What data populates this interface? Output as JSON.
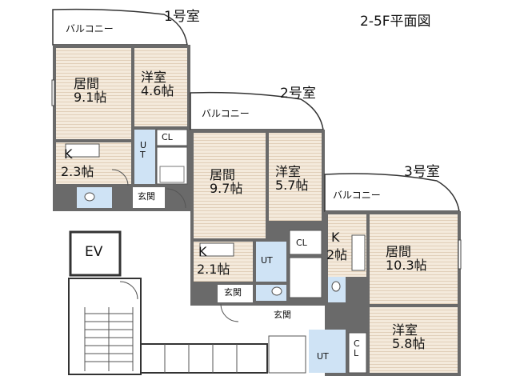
{
  "plan_title": "2-5F平面図",
  "units": [
    {
      "name": "1号室",
      "balcony": "バルコニー",
      "rooms": {
        "living": "居間\n9.1帖",
        "western": "洋室\n4.6帖",
        "kitchen": "2.3帖",
        "kitchen_letter": "K",
        "closet": "CL",
        "utility": "U\nT",
        "entrance": "玄関"
      }
    },
    {
      "name": "2号室",
      "balcony": "バルコニー",
      "rooms": {
        "living": "居間\n9.7帖",
        "western": "洋室\n5.7帖",
        "kitchen": "2.1帖",
        "kitchen_letter": "K",
        "closet": "CL",
        "utility": "UT",
        "entrance": "玄関"
      }
    },
    {
      "name": "3号室",
      "balcony": "バルコニー",
      "rooms": {
        "living": "居間\n10.3帖",
        "western": "洋室\n5.8帖",
        "kitchen": "2帖",
        "kitchen_letter": "K",
        "closet": "C\nL",
        "utility": "UT",
        "entrance": "玄関"
      }
    }
  ],
  "common": {
    "elevator": "EV"
  },
  "colors": {
    "floor": "#f4eadc",
    "floor_line": "#e4d5c2",
    "water": "#cfe3f5",
    "wall": "#555555",
    "outline": "#222222"
  }
}
